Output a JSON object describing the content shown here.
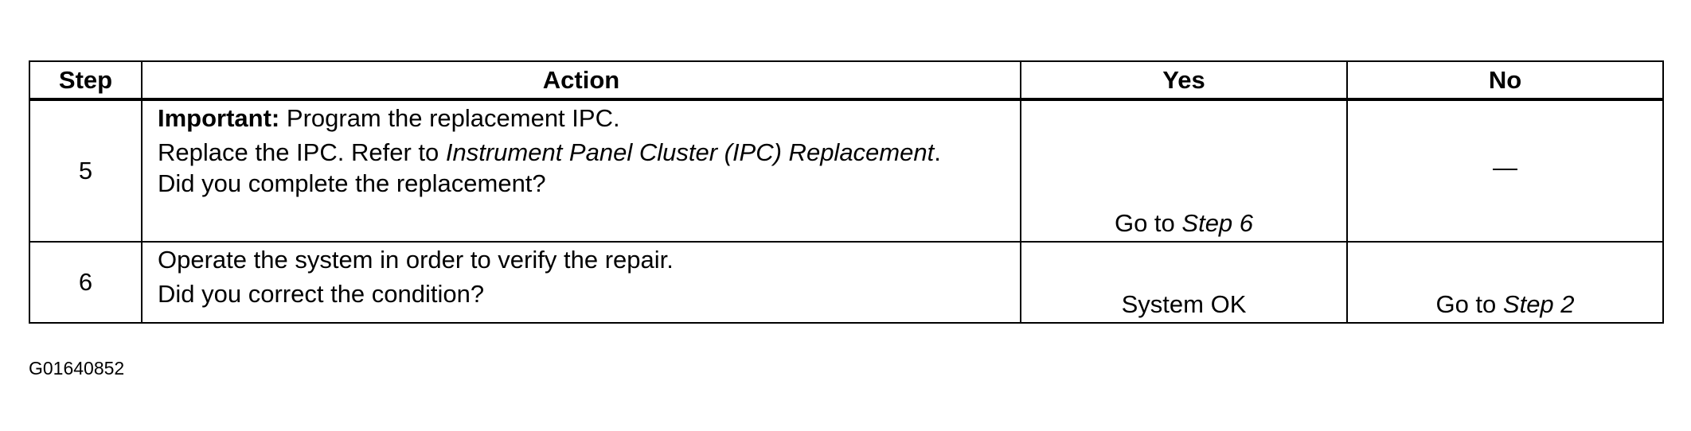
{
  "table": {
    "headers": {
      "step": "Step",
      "action": "Action",
      "yes": "Yes",
      "no": "No"
    },
    "rows": [
      {
        "step": "5",
        "important_label": "Important:",
        "important_text": "Program the replacement IPC.",
        "instruction_prefix": "Replace the IPC. Refer to",
        "instruction_ref": "Instrument Panel Cluster (IPC) Replacement",
        "instruction_suffix": ".",
        "question": "Did you complete the replacement?",
        "yes_prefix": "Go to",
        "yes_ref": "Step 6",
        "no": "—"
      },
      {
        "step": "6",
        "instruction": "Operate the system in order to verify the repair.",
        "question": "Did you correct the condition?",
        "yes": "System OK",
        "no_prefix": "Go to",
        "no_ref": "Step 2"
      }
    ]
  },
  "figure_id": "G01640852"
}
